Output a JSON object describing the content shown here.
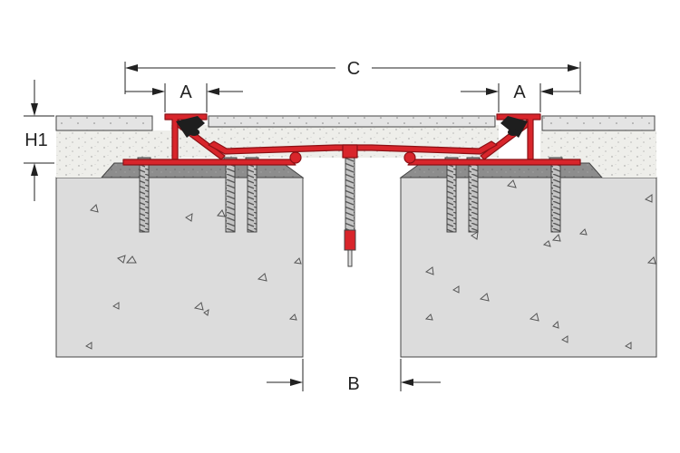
{
  "labels": {
    "width_total": "C",
    "flange_left": "A",
    "flange_right": "A",
    "height": "H1",
    "gap": "B"
  },
  "colors": {
    "profile": "#d8252b",
    "profile_dark": "#8b1115",
    "concrete": "#dcdcdc",
    "screed": "#eeeeea",
    "tile": "#e4e4e4",
    "mortar": "#8a8a8a",
    "screw": "#b9b9b9",
    "line": "#222222"
  }
}
